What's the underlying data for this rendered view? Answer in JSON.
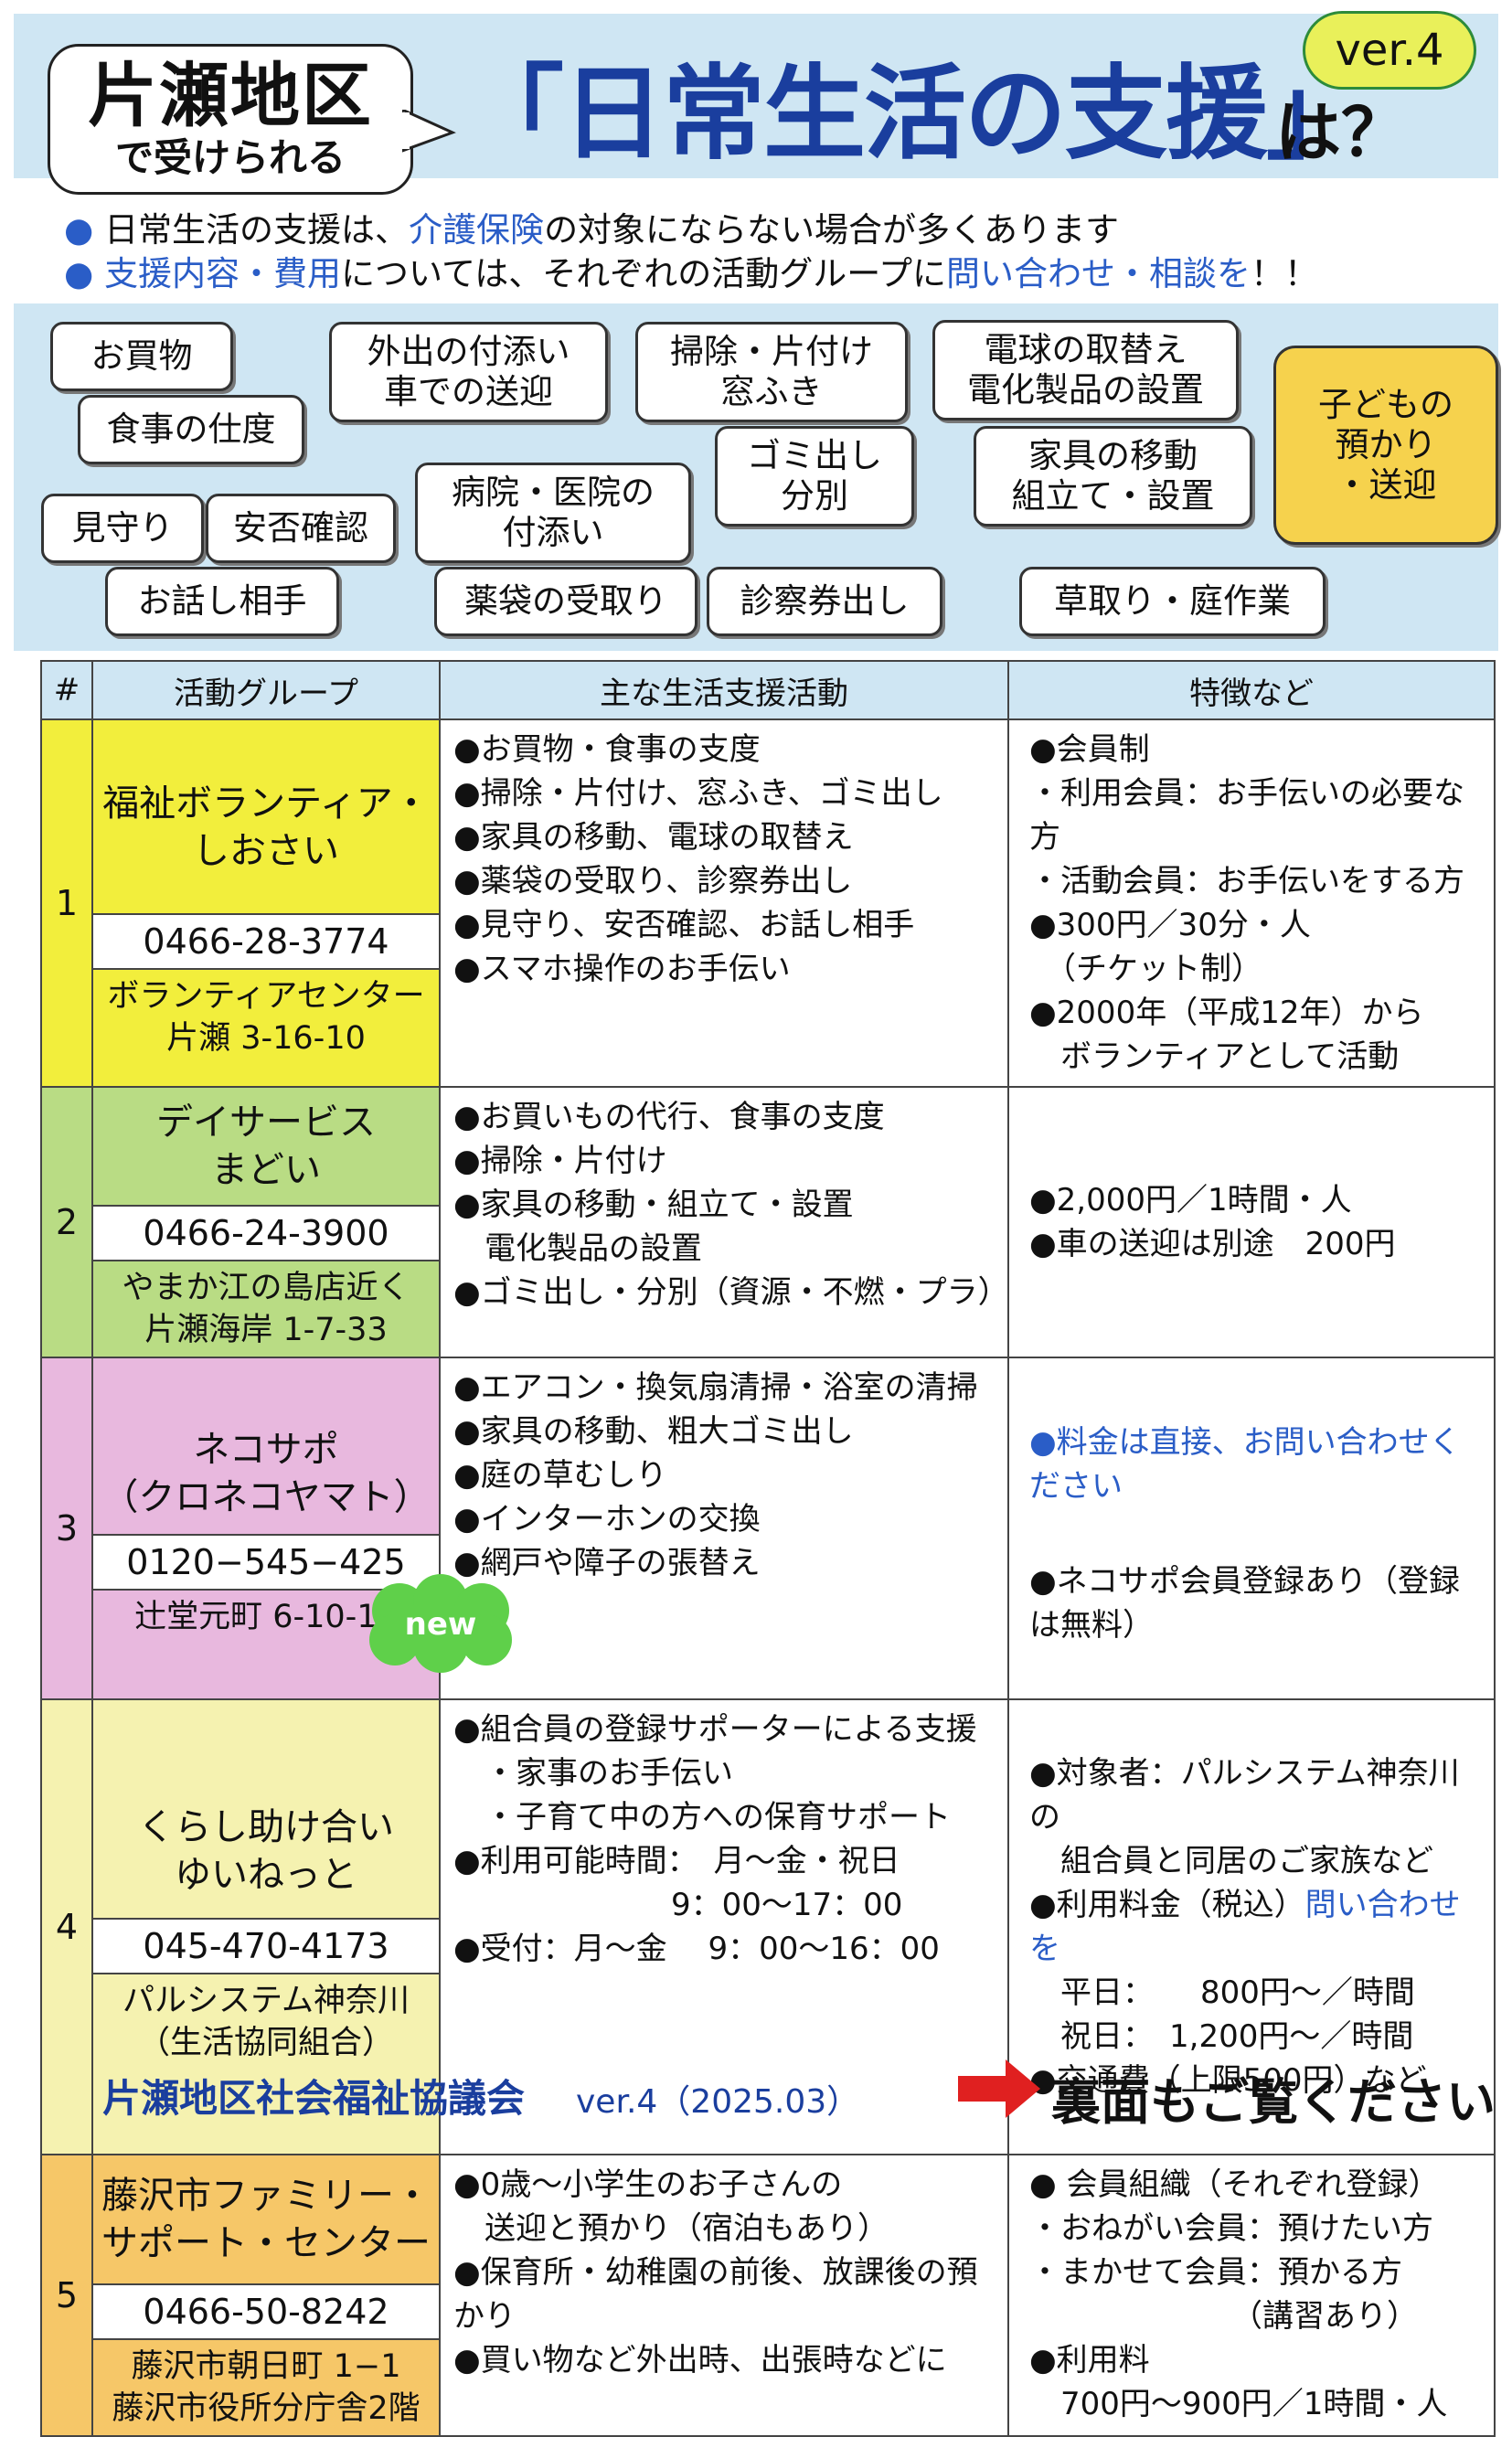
{
  "header": {
    "bubble_line1": "片瀬地区",
    "bubble_line2": "で受けられる",
    "title": "「日常生活の支援」",
    "title_suffix": "は？",
    "version": "ver.4"
  },
  "intro": [
    {
      "parts": [
        "日常生活の支援は、",
        "介護保険",
        "の対象にならない場合が多くあります"
      ]
    },
    {
      "parts": [
        "支援内容・費用",
        "については、それぞれの活動グループに",
        "問い合わせ・相談を",
        "！！"
      ]
    }
  ],
  "services": [
    "お買物",
    "食事の仕度",
    "見守り",
    "安否確認",
    "お話し相手",
    "外出の付添い\n車での送迎",
    "病院・医院の\n付添い",
    "薬袋の受取り",
    "掃除・片付け\n窓ふき",
    "ゴミ出し\n分別",
    "診察券出し",
    "電球の取替え\n電化製品の設置",
    "家具の移動\n組立て・設置",
    "草取り・庭作業",
    "子どもの\n預かり\n・送迎"
  ],
  "table": {
    "headers": [
      "#",
      "活動グループ",
      "主な生活支援活動",
      "特徴など"
    ],
    "rows": [
      {
        "num": "1",
        "name": "福祉ボランティア・しおさい",
        "phone": "0466-28-3774",
        "address": "ボランティアセンター\n片瀬 3-16-10",
        "activities": "●お買物・食事の支度\n●掃除・片付け、窓ふき、ゴミ出し\n●家具の移動、電球の取替え\n●薬袋の受取り、診察券出し\n●見守り、安否確認、お話し相手\n●スマホ操作のお手伝い",
        "features": "●会員制\n・利用会員：お手伝いの必要な方\n・活動会員：お手伝いをする方\n●300円／30分・人\n　（チケット制）\n●2000年（平成12年）から\n　ボランティアとして活動"
      },
      {
        "num": "2",
        "name": "デイサービス\nまどい",
        "phone": "0466-24-3900",
        "address": "やまか江の島店近く\n片瀬海岸 1-7-33",
        "activities": "●お買いもの代行、食事の支度\n●掃除・片付け\n●家具の移動・組立て・設置\n　電化製品の設置\n●ゴミ出し・分別（資源・不燃・プラ）",
        "features": "●2,000円／1時間・人\n●車の送迎は別途　200円"
      },
      {
        "num": "3",
        "name": "ネコサポ\n（クロネコヤマト）",
        "phone": "0120−545−425",
        "address": "辻堂元町 6-10-10",
        "activities": "●エアコン・換気扇清掃・浴室の清掃\n●家具の移動、粗大ゴミ出し\n●庭の草むしり\n●インターホンの交換\n●網戸や障子の張替え",
        "features_highlight": "●料金は直接、お問い合わせください",
        "features": "●ネコサポ会員登録あり（登録は無料）"
      },
      {
        "num": "4",
        "name": "くらし助け合い\nゆいねっと",
        "badge": "new",
        "phone": "045-470-4173",
        "address": "パルシステム神奈川\n（生活協同組合）",
        "activities": "●組合員の登録サポーターによる支援\n　・家事のお手伝い\n　・子育て中の方への保育サポート\n●利用可能時間：　月〜金・祝日\n　　　　　　　9：00〜17：00\n●受付：月〜金　 9：00〜16：00",
        "features_pre": "●対象者：パルシステム神奈川の\n　組合員と同居のご家族など\n●利用料金（税込）",
        "features_link": "問い合わせを",
        "features": "　平日：　　800円〜／時間\n　祝日：　1,200円〜／時間\n●交通費（上限500円）など"
      },
      {
        "num": "5",
        "name": "藤沢市ファミリー・\nサポート・センター",
        "phone": "0466-50-8242",
        "address": "藤沢市朝日町 1−1\n藤沢市役所分庁舎2階",
        "activities": "●0歳〜小学生のお子さんの\n　送迎と預かり（宿泊もあり）\n●保育所・幼稚園の前後、放課後の預かり\n●買い物など外出時、出張時などに",
        "features": "● 会員組織（それぞれ登録）\n・おねがい会員：預けたい方\n・まかせて会員：預かる方\n　　　　　　　（講習あり）\n●利用料\n　700円〜900円／1時間・人"
      }
    ]
  },
  "footer": {
    "org": "片瀬地区社会福祉協議会",
    "version": "ver.4（2025.03）",
    "cta": "裏面もご覧ください"
  },
  "colors": {
    "accent_blue": "#1a3e9e",
    "link_blue": "#2a5dc7",
    "band": "#cfe6f3",
    "row1": "#f2ee3c",
    "row2": "#b9dc84",
    "row3": "#e8b8de",
    "row4": "#f5f2b0",
    "row5": "#f6c768",
    "arrow": "#e02020",
    "new_badge": "#5fd04a"
  }
}
